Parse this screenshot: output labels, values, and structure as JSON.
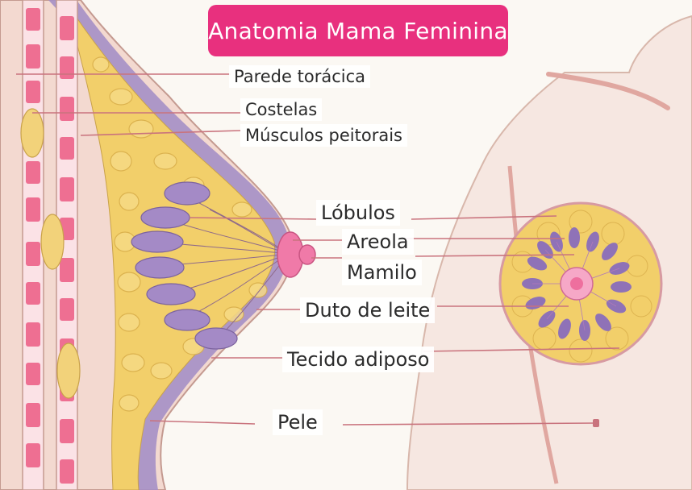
{
  "title": "Anatomia Mama Feminina",
  "labels": {
    "chest_wall": "Parede torácica",
    "ribs": "Costelas",
    "pectoral_muscles": "Músculos peitorais",
    "lobules": "Lóbulos",
    "areola": "Areola",
    "nipple": "Mamilo",
    "milk_duct": "Duto de leite",
    "adipose_tissue": "Tecido adiposo",
    "skin": "Pele"
  },
  "colors": {
    "title_bg": "#e8307e",
    "title_text": "#ffffff",
    "leader_line": "#c9737d",
    "fat": "#f2cf6a",
    "lobule": "#a48ac6",
    "nipple": "#f07aa8",
    "rib": "#ee6f92",
    "skin": "#f3d9d0",
    "muscle": "#a58fc5"
  }
}
